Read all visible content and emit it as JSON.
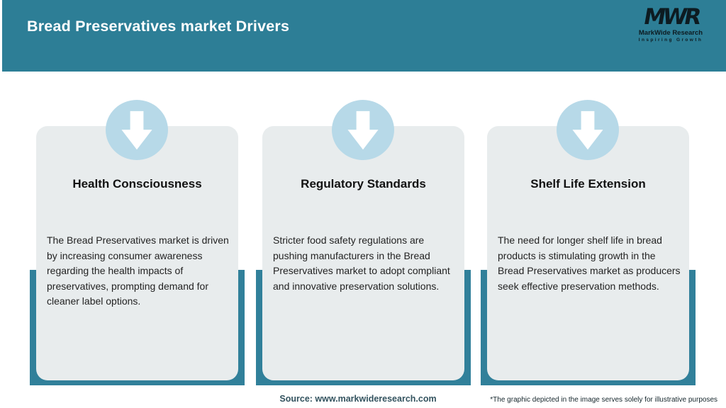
{
  "header": {
    "title": "Bread Preservatives market Drivers"
  },
  "logo": {
    "monogram": "MWR",
    "name": "MarkWide Research",
    "tagline": "Inspiring Growth"
  },
  "cards": [
    {
      "title": "Health Consciousness",
      "description": "The Bread Preservatives market is driven by increasing consumer awareness regarding the health impacts of preservatives, prompting demand for cleaner label options."
    },
    {
      "title": "Regulatory Standards",
      "description": "Stricter food safety regulations are pushing manufacturers in the Bread Preservatives market to adopt compliant and innovative preservation solutions."
    },
    {
      "title": "Shelf Life Extension",
      "description": "The need for longer shelf life in bread products is stimulating growth in the Bread Preservatives market as producers seek effective preservation methods."
    }
  ],
  "footer": {
    "source": "Source: www.markwideresearch.com",
    "disclaimer": "*The graphic depicted in the image serves solely for illustrative purposes"
  },
  "colors": {
    "header_teal": "#2D7E96",
    "band_teal": "#31809A",
    "card_bg": "#E8ECED",
    "circle_blue": "#B7D9E8",
    "arrow_white": "#FFFFFF",
    "source_text": "#33535F"
  }
}
